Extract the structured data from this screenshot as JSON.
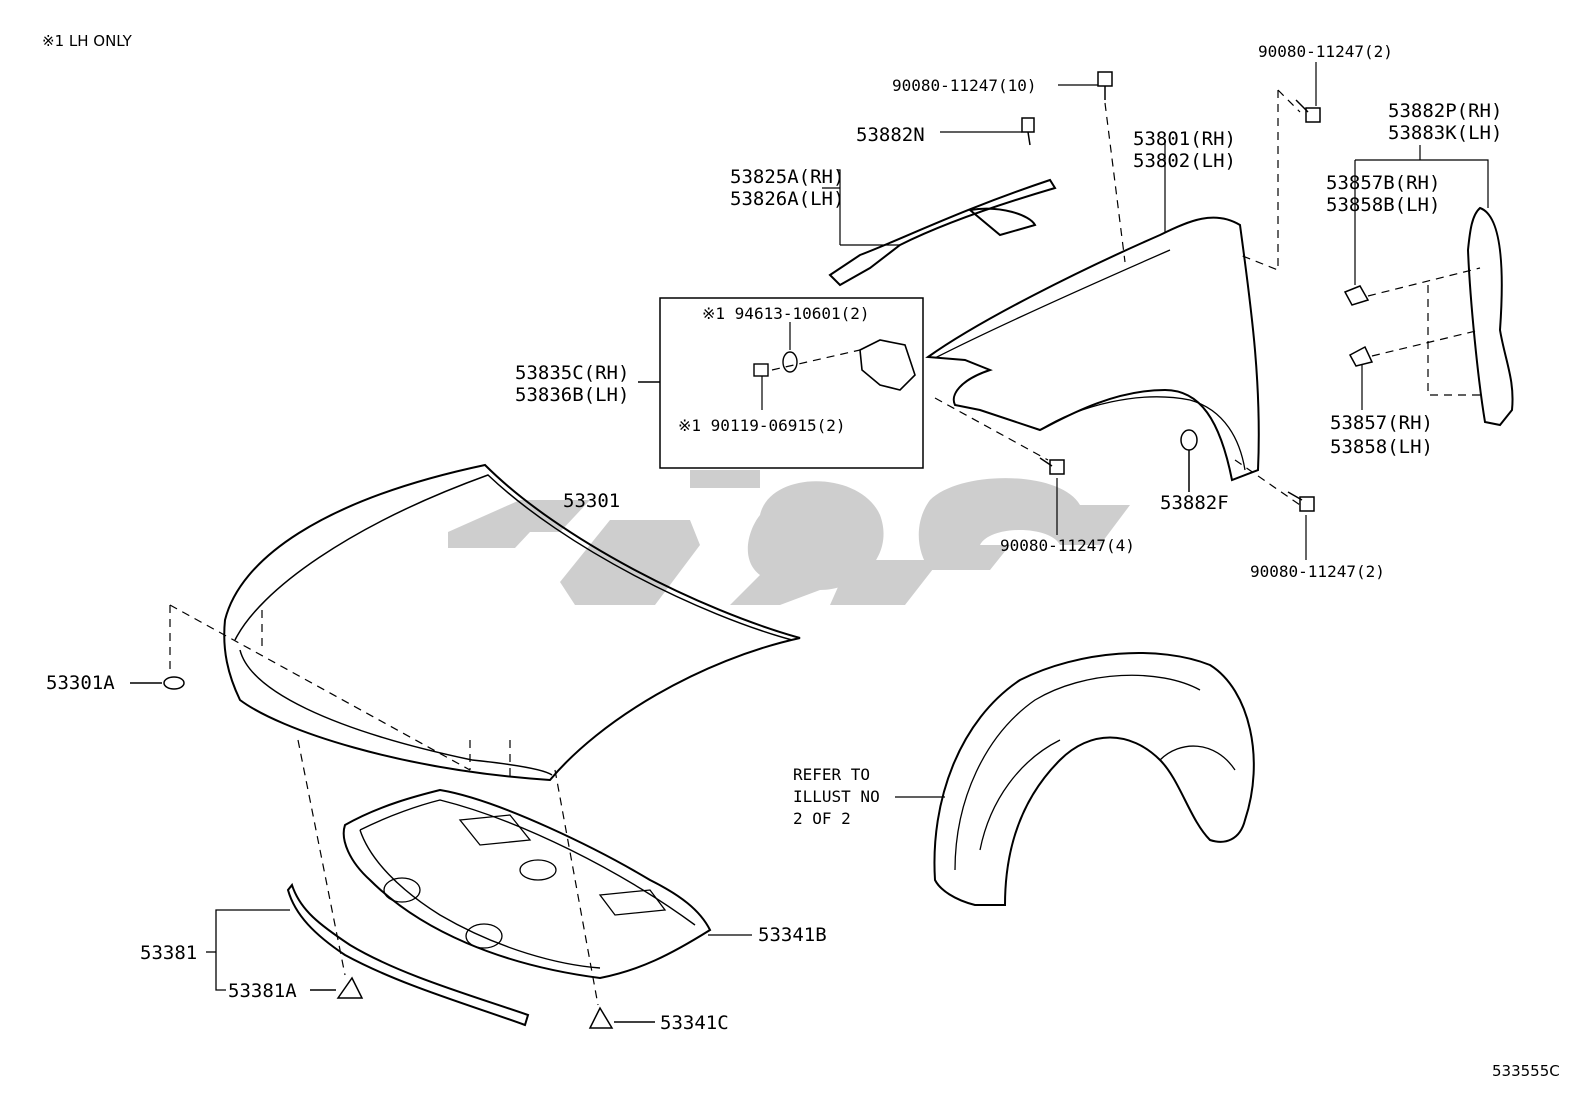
{
  "header_note": "※1 LH ONLY",
  "diagram_code": "533555C",
  "labels": {
    "bolt_90080_10": "90080-11247(10)",
    "bolt_90080_2_top": "90080-11247(2)",
    "p53882p_rh": "53882P(RH)",
    "p53883k_lh": "53883K(LH)",
    "p53882n": "53882N",
    "p53825a_rh": "53825A(RH)",
    "p53826a_lh": "53826A(LH)",
    "p53801_rh": "53801(RH)",
    "p53802_lh": "53802(LH)",
    "p53857b_rh": "53857B(RH)",
    "p53858b_lh": "53858B(LH)",
    "p194613": "※1 94613-10601(2)",
    "p53835c_rh": "53835C(RH)",
    "p53836b_lh": "53836B(LH)",
    "p190119": "※1 90119-06915(2)",
    "p53857_rh": "53857(RH)",
    "p53858_lh": "53858(LH)",
    "p53301": "53301",
    "p53882f": "53882F",
    "bolt_90080_4": "90080-11247(4)",
    "bolt_90080_2_bottom": "90080-11247(2)",
    "p53301a": "53301A",
    "refer_note": "REFER TO\nILLUST NO\n2 OF 2",
    "p53341b": "53341B",
    "p53381": "53381",
    "p53381a": "53381A",
    "p53341c": "53341C"
  },
  "colors": {
    "line": "#000000",
    "watermark": "#c9c9c9",
    "background": "#ffffff"
  }
}
